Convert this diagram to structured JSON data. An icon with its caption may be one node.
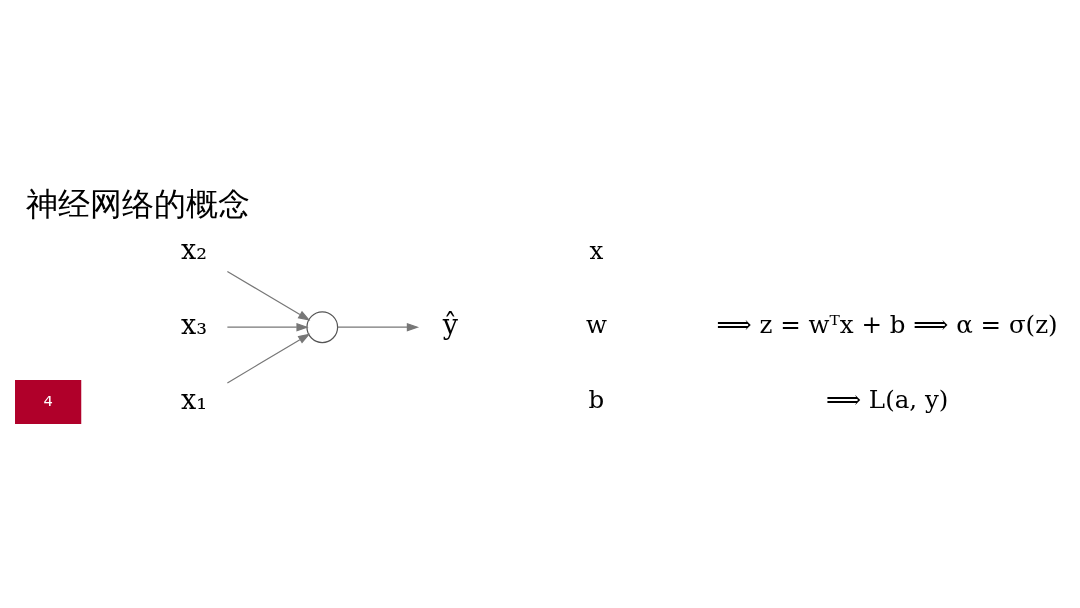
{
  "diagram": {
    "title": "神经网络的概念",
    "nodes": [
      {
        "text": [
          "x₁"
        ]
      },
      {
        "text": [
          "x₂"
        ]
      },
      {
        "text": [
          "x₃"
        ]
      },
      {
        "text": [],
        "shape": "circle"
      },
      {
        "text": [
          "ŷ"
        ]
      }
    ],
    "edges": [
      {
        "from": 0,
        "to": 3,
        "arrow": "to"
      },
      {
        "from": 1,
        "to": 3,
        "arrow": "to"
      },
      {
        "from": 2,
        "to": 3,
        "arrow": "to"
      },
      {
        "from": 3,
        "to": 4,
        "arrow": "to"
      }
    ],
    "labels": [
      "4",
      "x",
      "w",
      "b",
      "⟹ z = wᵀx + b ⟹ α = σ(z)",
      "⟹ L(a, y)"
    ]
  }
}
